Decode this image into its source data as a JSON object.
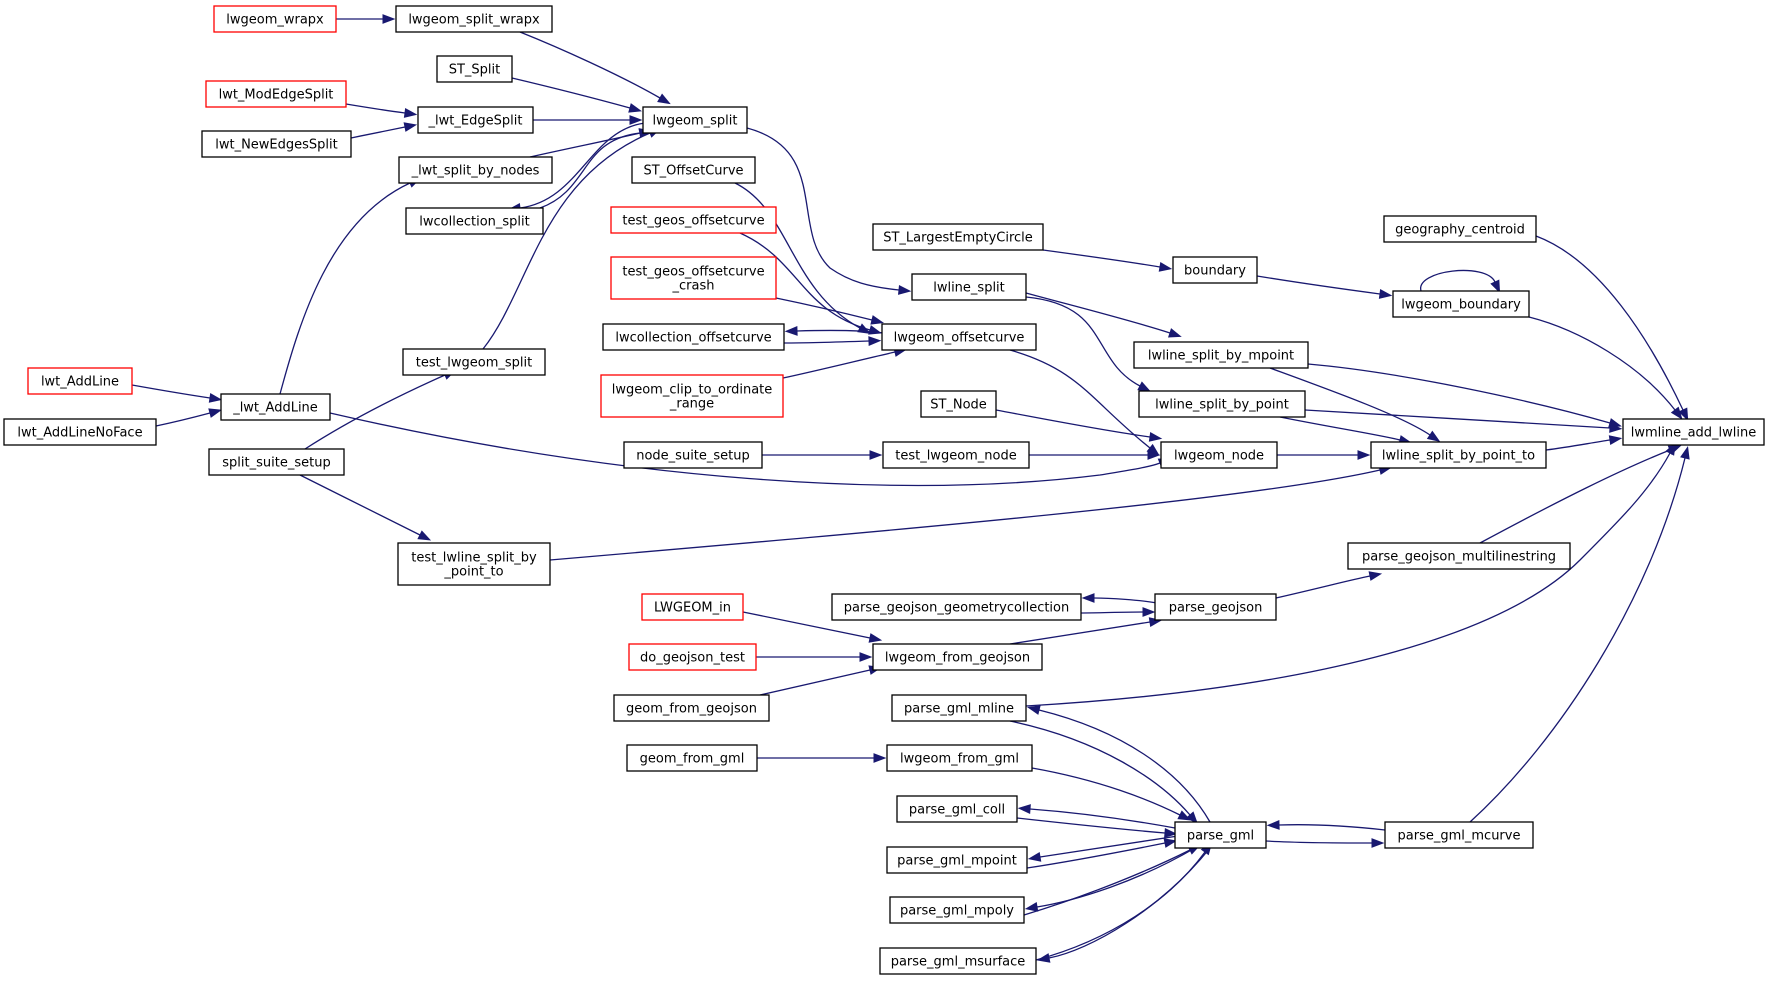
{
  "graph": {
    "root": "lwmline_add_lwline",
    "colors": {
      "edge": "#191970",
      "border_normal": "#000000",
      "border_truncated": "#ff0000",
      "root_fill": "#bfbfbf",
      "node_fill": "#ffffff"
    },
    "nodes": [
      {
        "id": "lwmline_add_lwline",
        "lines": [
          "lwmline_add_lwline"
        ],
        "style": "root"
      },
      {
        "id": "geography_centroid",
        "lines": [
          "geography_centroid"
        ],
        "style": "normal"
      },
      {
        "id": "lwgeom_boundary",
        "lines": [
          "lwgeom_boundary"
        ],
        "style": "normal"
      },
      {
        "id": "boundary",
        "lines": [
          "boundary"
        ],
        "style": "normal"
      },
      {
        "id": "ST_LargestEmptyCircle",
        "lines": [
          "ST_LargestEmptyCircle"
        ],
        "style": "normal"
      },
      {
        "id": "lwline_split_by_mpoint",
        "lines": [
          "lwline_split_by_mpoint"
        ],
        "style": "normal"
      },
      {
        "id": "lwline_split",
        "lines": [
          "lwline_split"
        ],
        "style": "normal"
      },
      {
        "id": "lwgeom_split",
        "lines": [
          "lwgeom_split"
        ],
        "style": "normal"
      },
      {
        "id": "lwgeom_split_wrapx",
        "lines": [
          "lwgeom_split_wrapx"
        ],
        "style": "normal"
      },
      {
        "id": "lwgeom_wrapx",
        "lines": [
          "lwgeom_wrapx"
        ],
        "style": "truncated"
      },
      {
        "id": "ST_Split",
        "lines": [
          "ST_Split"
        ],
        "style": "normal"
      },
      {
        "id": "_lwt_EdgeSplit",
        "lines": [
          "_lwt_EdgeSplit"
        ],
        "style": "normal"
      },
      {
        "id": "lwt_ModEdgeSplit",
        "lines": [
          "lwt_ModEdgeSplit"
        ],
        "style": "truncated"
      },
      {
        "id": "lwt_NewEdgesSplit",
        "lines": [
          "lwt_NewEdgesSplit"
        ],
        "style": "normal"
      },
      {
        "id": "_lwt_split_by_nodes",
        "lines": [
          "_lwt_split_by_nodes"
        ],
        "style": "normal"
      },
      {
        "id": "lwcollection_split",
        "lines": [
          "lwcollection_split"
        ],
        "style": "normal"
      },
      {
        "id": "_lwt_AddLine",
        "lines": [
          "_lwt_AddLine"
        ],
        "style": "normal"
      },
      {
        "id": "lwt_AddLine",
        "lines": [
          "lwt_AddLine"
        ],
        "style": "truncated"
      },
      {
        "id": "lwt_AddLineNoFace",
        "lines": [
          "lwt_AddLineNoFace"
        ],
        "style": "normal"
      },
      {
        "id": "test_lwgeom_split",
        "lines": [
          "test_lwgeom_split"
        ],
        "style": "normal"
      },
      {
        "id": "split_suite_setup",
        "lines": [
          "split_suite_setup"
        ],
        "style": "normal"
      },
      {
        "id": "ST_OffsetCurve",
        "lines": [
          "ST_OffsetCurve"
        ],
        "style": "normal"
      },
      {
        "id": "test_geos_offsetcurve",
        "lines": [
          "test_geos_offsetcurve"
        ],
        "style": "truncated"
      },
      {
        "id": "test_geos_offsetcurve_crash",
        "lines": [
          "test_geos_offsetcurve",
          "_crash"
        ],
        "style": "truncated"
      },
      {
        "id": "lwcollection_offsetcurve",
        "lines": [
          "lwcollection_offsetcurve"
        ],
        "style": "normal"
      },
      {
        "id": "lwgeom_clip_to_ordinate_range",
        "lines": [
          "lwgeom_clip_to_ordinate",
          "_range"
        ],
        "style": "truncated"
      },
      {
        "id": "lwgeom_offsetcurve",
        "lines": [
          "lwgeom_offsetcurve"
        ],
        "style": "normal"
      },
      {
        "id": "lwline_split_by_point",
        "lines": [
          "lwline_split_by_point"
        ],
        "style": "normal"
      },
      {
        "id": "ST_Node",
        "lines": [
          "ST_Node"
        ],
        "style": "normal"
      },
      {
        "id": "node_suite_setup",
        "lines": [
          "node_suite_setup"
        ],
        "style": "normal"
      },
      {
        "id": "test_lwgeom_node",
        "lines": [
          "test_lwgeom_node"
        ],
        "style": "normal"
      },
      {
        "id": "lwgeom_node",
        "lines": [
          "lwgeom_node"
        ],
        "style": "normal"
      },
      {
        "id": "lwline_split_by_point_to",
        "lines": [
          "lwline_split_by_point_to"
        ],
        "style": "normal"
      },
      {
        "id": "test_lwline_split_by_point_to",
        "lines": [
          "test_lwline_split_by",
          "_point_to"
        ],
        "style": "normal"
      },
      {
        "id": "parse_geojson_multilinestring",
        "lines": [
          "parse_geojson_multilinestring"
        ],
        "style": "normal"
      },
      {
        "id": "parse_geojson",
        "lines": [
          "parse_geojson"
        ],
        "style": "normal"
      },
      {
        "id": "parse_geojson_geometrycollection",
        "lines": [
          "parse_geojson_geometrycollection"
        ],
        "style": "normal"
      },
      {
        "id": "LWGEOM_in",
        "lines": [
          "LWGEOM_in"
        ],
        "style": "truncated"
      },
      {
        "id": "do_geojson_test",
        "lines": [
          "do_geojson_test"
        ],
        "style": "truncated"
      },
      {
        "id": "geom_from_geojson",
        "lines": [
          "geom_from_geojson"
        ],
        "style": "normal"
      },
      {
        "id": "lwgeom_from_geojson",
        "lines": [
          "lwgeom_from_geojson"
        ],
        "style": "normal"
      },
      {
        "id": "parse_gml_mline",
        "lines": [
          "parse_gml_mline"
        ],
        "style": "normal"
      },
      {
        "id": "geom_from_gml",
        "lines": [
          "geom_from_gml"
        ],
        "style": "normal"
      },
      {
        "id": "lwgeom_from_gml",
        "lines": [
          "lwgeom_from_gml"
        ],
        "style": "normal"
      },
      {
        "id": "parse_gml_coll",
        "lines": [
          "parse_gml_coll"
        ],
        "style": "normal"
      },
      {
        "id": "parse_gml_mpoint",
        "lines": [
          "parse_gml_mpoint"
        ],
        "style": "normal"
      },
      {
        "id": "parse_gml_mpoly",
        "lines": [
          "parse_gml_mpoly"
        ],
        "style": "normal"
      },
      {
        "id": "parse_gml_msurface",
        "lines": [
          "parse_gml_msurface"
        ],
        "style": "normal"
      },
      {
        "id": "parse_gml",
        "lines": [
          "parse_gml"
        ],
        "style": "normal"
      },
      {
        "id": "parse_gml_mcurve",
        "lines": [
          "parse_gml_mcurve"
        ],
        "style": "normal"
      }
    ],
    "edges": [
      {
        "from": "geography_centroid",
        "to": "lwmline_add_lwline"
      },
      {
        "from": "lwgeom_boundary",
        "to": "lwmline_add_lwline"
      },
      {
        "from": "lwgeom_boundary",
        "to": "lwgeom_boundary"
      },
      {
        "from": "boundary",
        "to": "lwgeom_boundary"
      },
      {
        "from": "ST_LargestEmptyCircle",
        "to": "boundary"
      },
      {
        "from": "lwline_split_by_mpoint",
        "to": "lwmline_add_lwline"
      },
      {
        "from": "lwline_split",
        "to": "lwline_split_by_mpoint"
      },
      {
        "from": "lwline_split",
        "to": "lwline_split_by_point"
      },
      {
        "from": "lwgeom_split",
        "to": "lwline_split"
      },
      {
        "from": "lwgeom_split_wrapx",
        "to": "lwgeom_split"
      },
      {
        "from": "lwgeom_wrapx",
        "to": "lwgeom_split_wrapx"
      },
      {
        "from": "ST_Split",
        "to": "lwgeom_split"
      },
      {
        "from": "_lwt_EdgeSplit",
        "to": "lwgeom_split"
      },
      {
        "from": "lwt_ModEdgeSplit",
        "to": "_lwt_EdgeSplit"
      },
      {
        "from": "lwt_NewEdgesSplit",
        "to": "_lwt_EdgeSplit"
      },
      {
        "from": "_lwt_split_by_nodes",
        "to": "lwgeom_split"
      },
      {
        "from": "lwgeom_split",
        "to": "lwcollection_split"
      },
      {
        "from": "lwcollection_split",
        "to": "lwgeom_split"
      },
      {
        "from": "_lwt_AddLine",
        "to": "_lwt_split_by_nodes"
      },
      {
        "from": "lwt_AddLine",
        "to": "_lwt_AddLine"
      },
      {
        "from": "lwt_AddLineNoFace",
        "to": "_lwt_AddLine"
      },
      {
        "from": "test_lwgeom_split",
        "to": "lwgeom_split"
      },
      {
        "from": "split_suite_setup",
        "to": "test_lwgeom_split"
      },
      {
        "from": "split_suite_setup",
        "to": "test_lwline_split_by_point_to"
      },
      {
        "from": "ST_OffsetCurve",
        "to": "lwgeom_offsetcurve"
      },
      {
        "from": "test_geos_offsetcurve",
        "to": "lwgeom_offsetcurve"
      },
      {
        "from": "test_geos_offsetcurve_crash",
        "to": "lwgeom_offsetcurve"
      },
      {
        "from": "lwgeom_offsetcurve",
        "to": "lwcollection_offsetcurve"
      },
      {
        "from": "lwcollection_offsetcurve",
        "to": "lwgeom_offsetcurve"
      },
      {
        "from": "lwgeom_clip_to_ordinate_range",
        "to": "lwgeom_offsetcurve"
      },
      {
        "from": "lwgeom_offsetcurve",
        "to": "lwgeom_node"
      },
      {
        "from": "lwline_split_by_point",
        "to": "lwmline_add_lwline"
      },
      {
        "from": "ST_Node",
        "to": "lwgeom_node"
      },
      {
        "from": "node_suite_setup",
        "to": "test_lwgeom_node"
      },
      {
        "from": "test_lwgeom_node",
        "to": "lwgeom_node"
      },
      {
        "from": "_lwt_AddLine",
        "to": "lwgeom_node"
      },
      {
        "from": "lwgeom_node",
        "to": "lwline_split_by_point_to"
      },
      {
        "from": "lwline_split_by_mpoint",
        "to": "lwline_split_by_point_to"
      },
      {
        "from": "lwline_split_by_point",
        "to": "lwline_split_by_point_to"
      },
      {
        "from": "test_lwline_split_by_point_to",
        "to": "lwline_split_by_point_to"
      },
      {
        "from": "lwline_split_by_point_to",
        "to": "lwmline_add_lwline"
      },
      {
        "from": "parse_geojson_multilinestring",
        "to": "lwmline_add_lwline"
      },
      {
        "from": "parse_geojson",
        "to": "parse_geojson_multilinestring"
      },
      {
        "from": "parse_geojson",
        "to": "parse_geojson_geometrycollection"
      },
      {
        "from": "parse_geojson_geometrycollection",
        "to": "parse_geojson"
      },
      {
        "from": "lwgeom_from_geojson",
        "to": "parse_geojson"
      },
      {
        "from": "LWGEOM_in",
        "to": "lwgeom_from_geojson"
      },
      {
        "from": "do_geojson_test",
        "to": "lwgeom_from_geojson"
      },
      {
        "from": "geom_from_geojson",
        "to": "lwgeom_from_geojson"
      },
      {
        "from": "parse_gml_mline",
        "to": "lwmline_add_lwline"
      },
      {
        "from": "geom_from_gml",
        "to": "lwgeom_from_gml"
      },
      {
        "from": "lwgeom_from_gml",
        "to": "parse_gml"
      },
      {
        "from": "parse_gml_mline",
        "to": "parse_gml"
      },
      {
        "from": "parse_gml",
        "to": "parse_gml_mline"
      },
      {
        "from": "parse_gml_coll",
        "to": "parse_gml"
      },
      {
        "from": "parse_gml",
        "to": "parse_gml_coll"
      },
      {
        "from": "parse_gml_mpoint",
        "to": "parse_gml"
      },
      {
        "from": "parse_gml",
        "to": "parse_gml_mpoint"
      },
      {
        "from": "parse_gml_mpoly",
        "to": "parse_gml"
      },
      {
        "from": "parse_gml",
        "to": "parse_gml_mpoly"
      },
      {
        "from": "parse_gml_msurface",
        "to": "parse_gml"
      },
      {
        "from": "parse_gml",
        "to": "parse_gml_msurface"
      },
      {
        "from": "parse_gml",
        "to": "parse_gml_mcurve"
      },
      {
        "from": "parse_gml_mcurve",
        "to": "parse_gml"
      },
      {
        "from": "parse_gml_mcurve",
        "to": "lwmline_add_lwline"
      }
    ]
  }
}
